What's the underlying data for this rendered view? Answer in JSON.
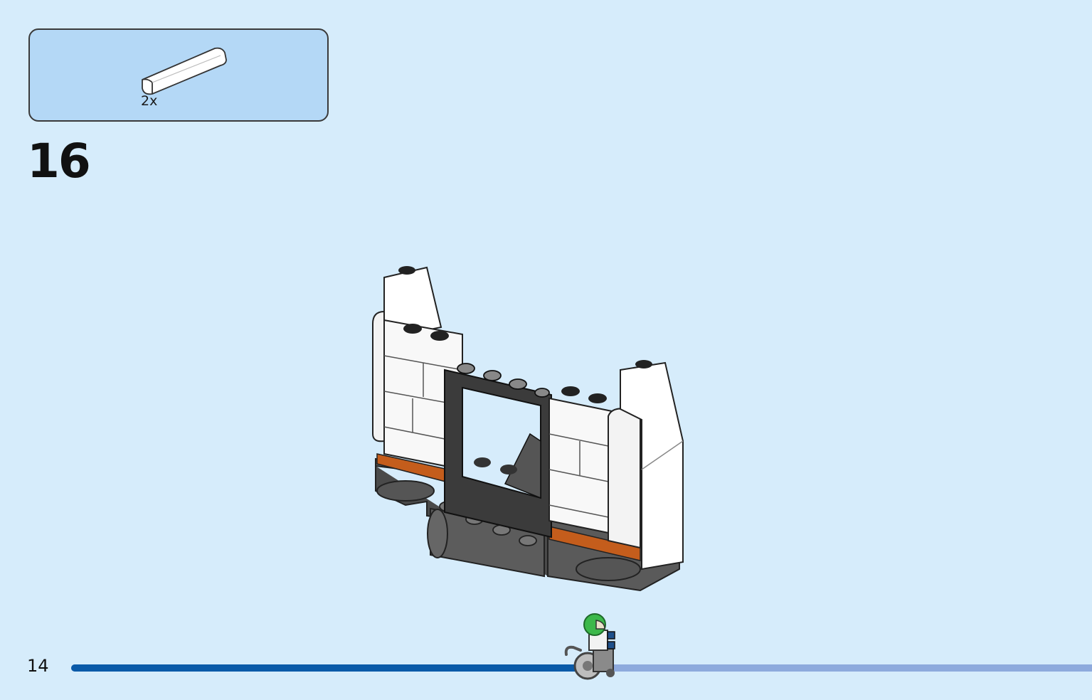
{
  "parts_callout": {
    "quantity_label": "2x",
    "part_color": "#ffffff"
  },
  "step": {
    "number": "16"
  },
  "footer": {
    "page_number": "14",
    "progress": 0.5,
    "progress_color": "#0a5aa8",
    "track_color": "#8eaadd"
  },
  "icons": {
    "part": "white-round-brick-icon",
    "marker": "minifigure-wheelchair-icon"
  }
}
